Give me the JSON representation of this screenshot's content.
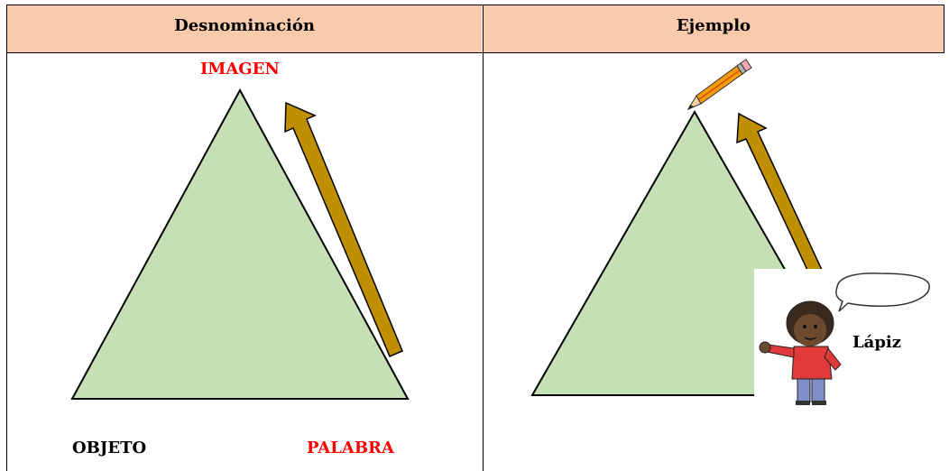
{
  "table": {
    "headers": [
      "Desnominación",
      "Ejemplo"
    ],
    "header_color": "#f8cbad"
  },
  "left": {
    "top_label": "IMAGEN",
    "bottom_left_label": "OBJETO",
    "bottom_right_label": "PALABRA",
    "triangle_color": "#c5e0b4",
    "arrow_color": "#bf8f00",
    "accent_color": "#ff0000"
  },
  "right": {
    "speech_label": "Lápiz",
    "top_icon": "pencil-icon",
    "figure_icon": "boy-figure"
  }
}
